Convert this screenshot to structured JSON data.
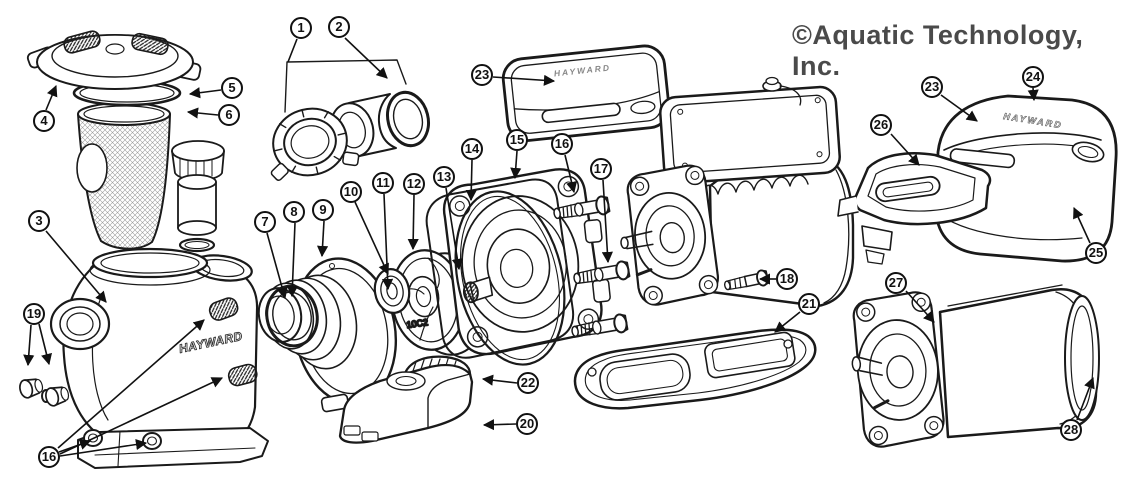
{
  "diagram": {
    "copyright": "©Aquatic Technology, Inc.",
    "brand": "HAYWARD",
    "impeller_marking": "10C2",
    "background": "#ffffff",
    "line_color": "#1a1a1a",
    "copyright_color": "#4a4a4a"
  },
  "callouts": [
    {
      "n": "1"
    },
    {
      "n": "2"
    },
    {
      "n": "3"
    },
    {
      "n": "4"
    },
    {
      "n": "5"
    },
    {
      "n": "6"
    },
    {
      "n": "7"
    },
    {
      "n": "8"
    },
    {
      "n": "9"
    },
    {
      "n": "10"
    },
    {
      "n": "11"
    },
    {
      "n": "12"
    },
    {
      "n": "13"
    },
    {
      "n": "14"
    },
    {
      "n": "15"
    },
    {
      "n": "16"
    },
    {
      "n": "17"
    },
    {
      "n": "18"
    },
    {
      "n": "19"
    },
    {
      "n": "16"
    },
    {
      "n": "20"
    },
    {
      "n": "21"
    },
    {
      "n": "22"
    },
    {
      "n": "23"
    },
    {
      "n": "23"
    },
    {
      "n": "24"
    },
    {
      "n": "25"
    },
    {
      "n": "26"
    },
    {
      "n": "27"
    },
    {
      "n": "28"
    }
  ]
}
